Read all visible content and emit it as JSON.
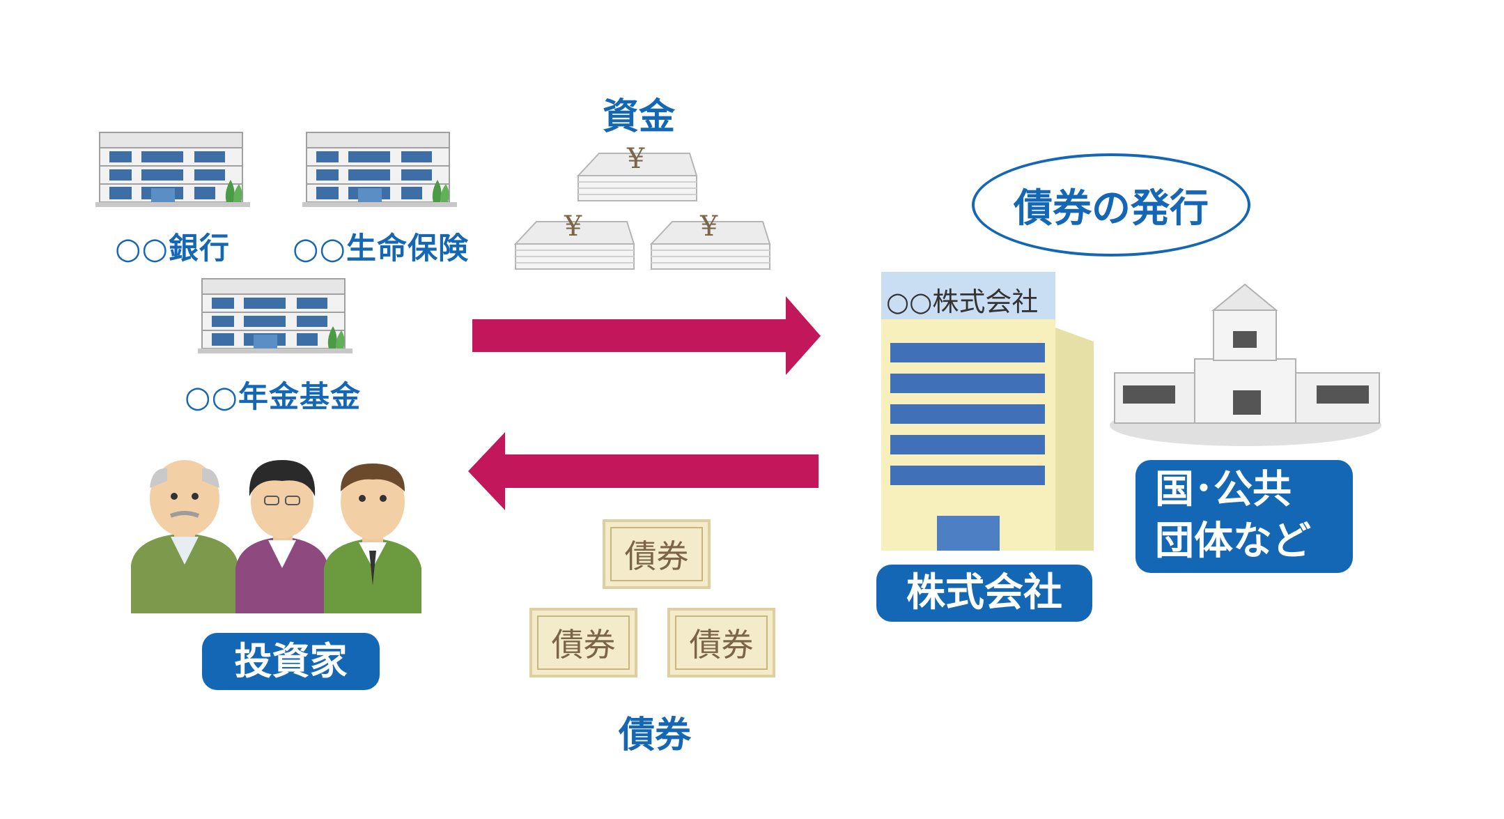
{
  "investors_side": {
    "institutions": [
      "○○銀行",
      "○○生命保険",
      "○○年金基金"
    ],
    "investor_label": "投資家"
  },
  "flows": {
    "money_label": "資金",
    "bond_label": "債券",
    "yen_symbol": "¥",
    "bond_doc_text": "債券"
  },
  "issuer_side": {
    "issuance_title": "債券の発行",
    "company_sign": "○○株式会社",
    "company_label": "株式会社",
    "government_label_line1": "国･公共",
    "government_label_line2": "団体など"
  },
  "colors": {
    "accent_blue": "#1467b5",
    "arrow_magenta": "#c2185b"
  }
}
